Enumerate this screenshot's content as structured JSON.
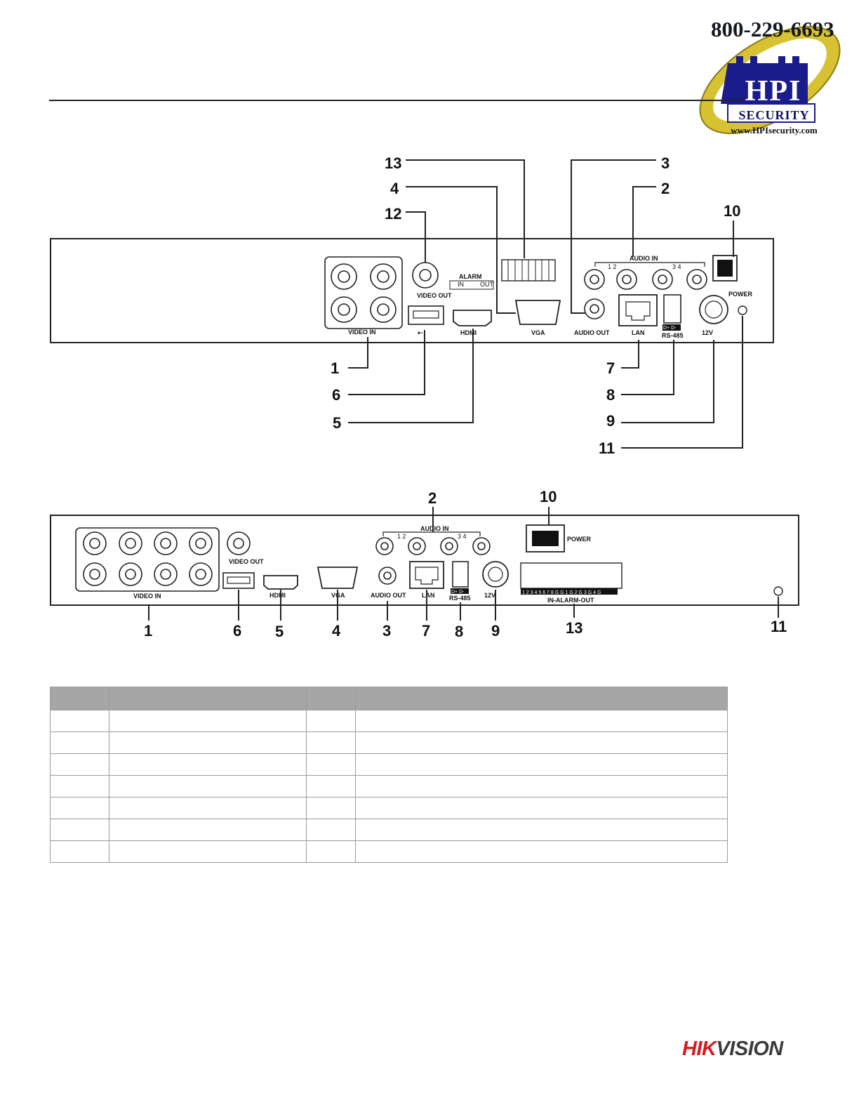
{
  "logo": {
    "phone": "800-229-6693",
    "brand": "HPI",
    "sub": "SECURITY",
    "url": "www.HPIsecurity.com",
    "colors": {
      "gold": "#d6c233",
      "navy": "#1b1c8c"
    }
  },
  "diagram1": {
    "callouts": [
      "13",
      "4",
      "12",
      "3",
      "2",
      "10",
      "1",
      "6",
      "5",
      "7",
      "8",
      "9",
      "11"
    ],
    "labels": {
      "video_in": "VIDEO IN",
      "video_out": "VIDEO OUT",
      "alarm": "ALARM",
      "alarm_in": "IN",
      "alarm_out": "OUT",
      "hdmi": "HDMI",
      "vga": "VGA",
      "audio_in": "AUDIO IN",
      "audio_in_12": "1  2",
      "audio_in_34": "3  4",
      "audio_out": "AUDIO OUT",
      "lan": "LAN",
      "rs485": "RS-485",
      "rs485_pins": "D+ D-",
      "power": "POWER",
      "dc": "12V"
    }
  },
  "diagram2": {
    "callouts": [
      "2",
      "10",
      "1",
      "6",
      "5",
      "4",
      "3",
      "7",
      "8",
      "9",
      "13",
      "11"
    ],
    "labels": {
      "video_in": "VIDEO IN",
      "video_out": "VIDEO OUT",
      "hdmi": "HDMI",
      "vga": "VGA",
      "audio_in": "AUDIO IN",
      "audio_in_12": "1  2",
      "audio_in_34": "3  4",
      "audio_out": "AUDIO OUT",
      "lan": "LAN",
      "rs485": "RS-485",
      "rs485_pins": "D+ D-",
      "power": "POWER",
      "dc": "12V",
      "alarm_pins": "1 2 3 4 5 6 7 8 G G 1 G 2 G 3 G 4 G",
      "in_alarm_out": "IN-ALARM-OUT"
    }
  },
  "table": {
    "header": [
      "",
      "",
      "",
      ""
    ],
    "rows": [
      [
        "",
        "",
        "",
        ""
      ],
      [
        "",
        "",
        "",
        ""
      ],
      [
        "",
        "",
        "",
        ""
      ],
      [
        "",
        "",
        "",
        ""
      ],
      [
        "",
        "",
        "",
        ""
      ],
      [
        "",
        "",
        "",
        ""
      ],
      [
        "",
        "",
        "",
        ""
      ]
    ]
  },
  "footer": {
    "brand_red": "HIK",
    "brand_dark": "VISION",
    "colors": {
      "red": "#d71920",
      "dark": "#3b3b3b"
    }
  }
}
